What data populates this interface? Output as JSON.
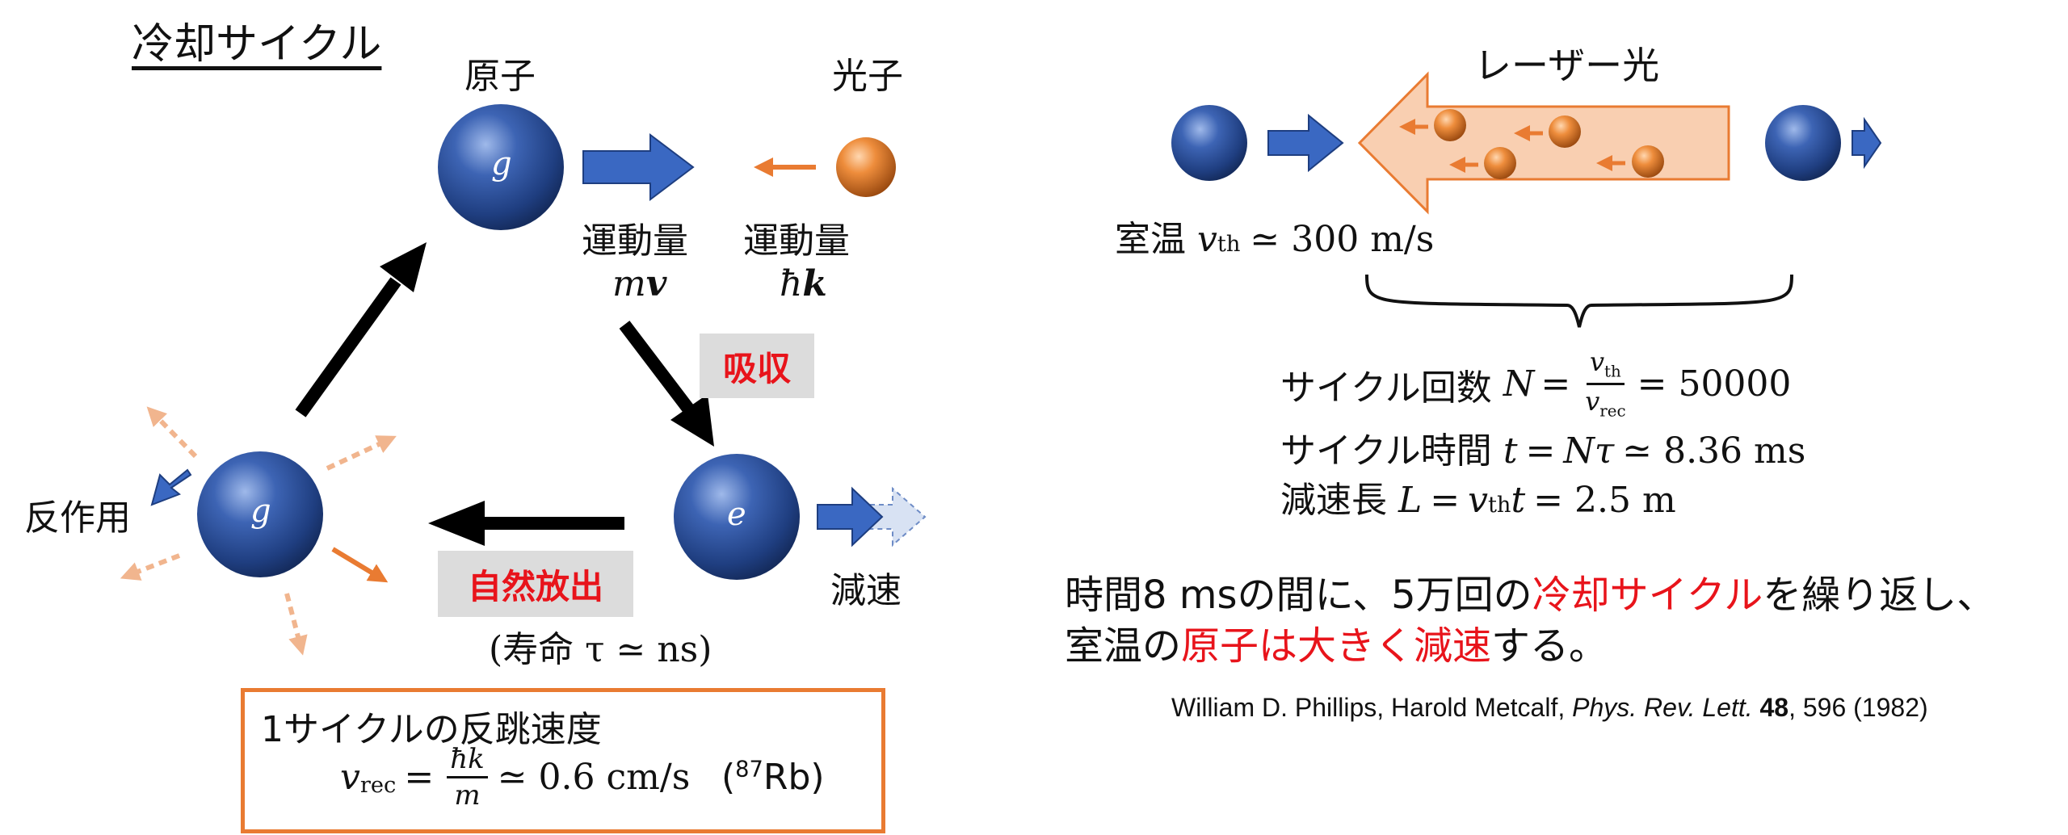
{
  "left": {
    "title": "冷却サイクル",
    "atom_label": "原子",
    "photon_label": "光子",
    "momentum_label": "運動量",
    "atom_momentum_m": "m",
    "atom_momentum_v": "v",
    "photon_momentum_hbar": "ħ",
    "photon_momentum_k": "k",
    "absorption": "吸収",
    "spontaneous_emission": "自然放出",
    "lifetime": "(寿命 τ ≃ ns)",
    "reaction": "反作用",
    "deceleration": "減速",
    "ground_state": "g",
    "excited_state": "e",
    "recoil_box": {
      "title": "1サイクルの反跳速度",
      "lhs_v": "v",
      "lhs_sub": "rec",
      "frac_num": "ħk",
      "frac_den": "m",
      "approx": "≃ 0.6 cm/s",
      "isotope_mass": "87",
      "isotope": "Rb"
    }
  },
  "right": {
    "laser_label": "レーザー光",
    "room_temp": "室温",
    "vth_v": "v",
    "vth_sub": "th",
    "vth_value": "≃ 300 m/s",
    "cycles_label": "サイクル回数",
    "cycles_var": "N",
    "cycles_value": "= 50000",
    "rec_sub": "rec",
    "time_label": "サイクル時間",
    "time_lhs": "t",
    "time_rhs_N": "N",
    "time_rhs_tau": "τ",
    "time_value": "≃ 8.36 ms",
    "length_label": "減速長",
    "length_var": "L",
    "length_t": "t",
    "length_value": "= 2.5 m",
    "summary_line1_a": "時間8 msの間に、5万回の",
    "summary_line1_b": "冷却サイクル",
    "summary_line1_c": "を繰り返し、",
    "summary_line2_a": "室温の",
    "summary_line2_b": "原子は大きく減速",
    "summary_line2_c": "する。",
    "citation_authors": "William D. Phillips, Harold Metcalf,",
    "citation_journal": "Phys. Rev. Lett.",
    "citation_volume": "48",
    "citation_rest": ", 596 (1982)"
  },
  "colors": {
    "atom_blue": "#2a4f9a",
    "arrow_blue": "#3a68c2",
    "photon_orange": "#e97b32",
    "laser_fill": "#f9cfb1",
    "emphasis_red": "#e8141b",
    "tag_gray": "#dcdcdc"
  }
}
